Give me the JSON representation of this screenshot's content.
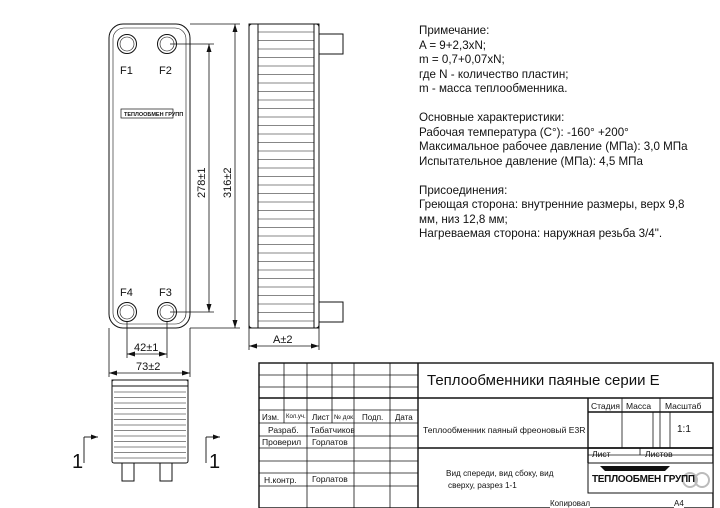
{
  "notes": {
    "lines": [
      "Примечание:",
      "A = 9+2,3xN;",
      "m = 0,7+0,07xN;",
      "где N - количество пластин;",
      "m - масса теплообменника.",
      "",
      "Основные характеристики:",
      "Рабочая температура (С°): -160° +200°",
      "Максимальное рабочее давление (МПа): 3,0 МПа",
      "Испытательное давление (МПа): 4,5 МПа",
      "",
      "Присоединения:",
      "Греющая сторона: внутренние размеры, верх 9,8",
      "мм, низ 12,8 мм;",
      "Нагреваемая сторона: наружная резьба 3/4\"."
    ]
  },
  "drawing": {
    "port_f1": "F1",
    "port_f2": "F2",
    "port_f3": "F3",
    "port_f4": "F4",
    "plate_logo": "ТЕПЛООБМЕН ГРУПП",
    "dim_height_inner": "278±1",
    "dim_height_outer": "316±2",
    "dim_width_ports": "42±1",
    "dim_width_total": "73±2",
    "dim_depth": "A±2",
    "section_mark": "1"
  },
  "title_block": {
    "series_title": "Теплообменники паяные серии Е",
    "headers": [
      "Изм.",
      "Кол.уч.",
      "Лист",
      "№ док.",
      "Подп.",
      "Дата"
    ],
    "row_developed": "Разраб.",
    "developer": "Табатчиков",
    "row_checked": "Проверил",
    "checker": "Горлатов",
    "row_norm": "Н.контр.",
    "norm": "Горлатов",
    "product_name": "Теплообменник паяный фреоновый E3R",
    "stage": "Стадия",
    "mass": "Масса",
    "scale_label": "Масштаб",
    "scale_value": "1:1",
    "sheet": "Лист",
    "sheets": "Листов",
    "view_line1": "Вид спереди, вид сбоку, вид",
    "view_line2": "сверху, разрез 1-1",
    "company": "ТЕПЛООБМЕН ГРУПП",
    "copied": "Копировал",
    "format": "А4"
  }
}
